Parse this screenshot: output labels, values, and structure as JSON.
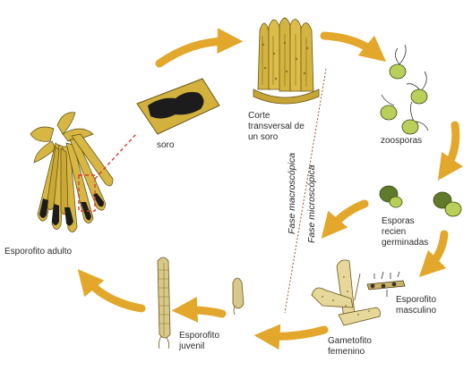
{
  "labels": {
    "soro": "soro",
    "corte": "Corte\ntransversal de\nun soro",
    "zoosporas": "zoosporas",
    "esporas": "Esporas\nrecien\ngerminadas",
    "esporofito_masculino": "Esporofito\nmasculino",
    "gametofito_femenino": "Gametofito\nfemenino",
    "esporofito_juvenil": "Esporofito\njuvenil",
    "esporofito_adulto": "Esporofito adulto",
    "fase_macroscopica": "Fase macroscópica",
    "fase_microscopica": "Fase microscópica"
  },
  "colors": {
    "arrow": "#e2a72b",
    "plant": "#d6b743",
    "plant_dark": "#7a6418",
    "sorus": "#1c1c1c",
    "spore": "#b8cf5a",
    "red_dash": "#e23a2a"
  }
}
